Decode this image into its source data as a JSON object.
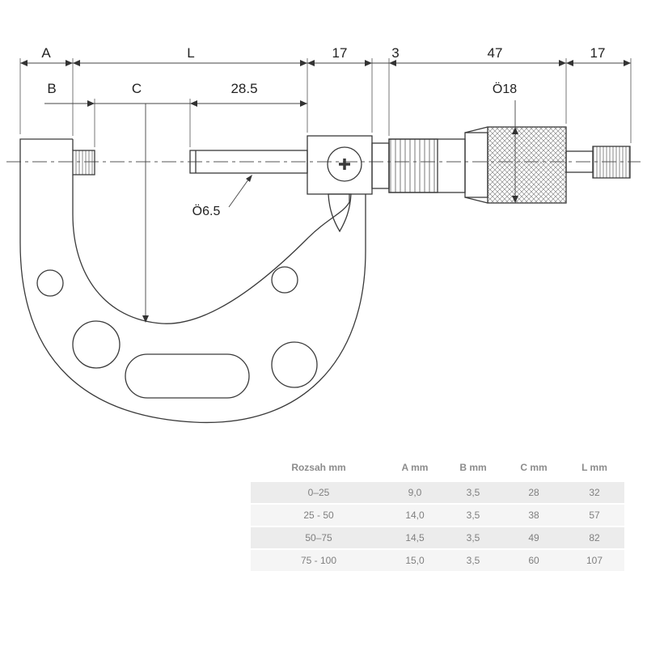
{
  "drawing": {
    "label_a": "A",
    "label_l": "L",
    "label_17_left": "17",
    "label_3": "3",
    "label_47": "47",
    "label_17_right": "17",
    "label_b": "B",
    "label_c": "C",
    "label_28_5": "28.5",
    "label_dia18": "Ö18",
    "label_dia6_5": "Ö6.5"
  },
  "table": {
    "headers": [
      "Rozsah mm",
      "A mm",
      "B mm",
      "C mm",
      "L mm"
    ],
    "rows": [
      [
        "0–25",
        "9,0",
        "3,5",
        "28",
        "32"
      ],
      [
        "25 - 50",
        "14,0",
        "3,5",
        "38",
        "57"
      ],
      [
        "50–75",
        "14,5",
        "3,5",
        "49",
        "82"
      ],
      [
        "75 - 100",
        "15,0",
        "3,5",
        "60",
        "107"
      ]
    ]
  }
}
